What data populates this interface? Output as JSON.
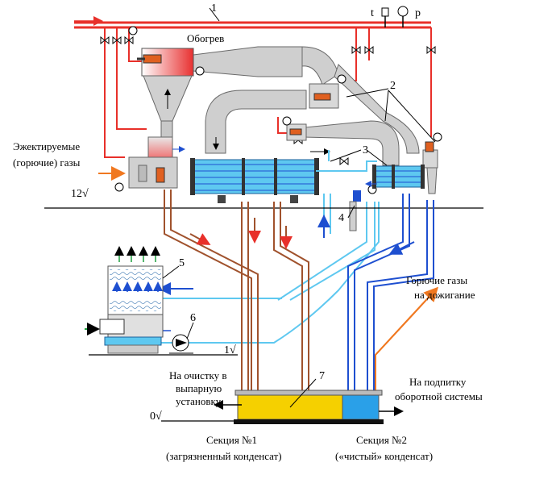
{
  "labels": {
    "line1": "1",
    "t": "t",
    "p": "p",
    "obogrev": "Обогрев",
    "num2": "2",
    "num3": "3",
    "num4": "4",
    "num5": "5",
    "num6": "6",
    "num7": "7",
    "ejected_1": "Эжектируемые",
    "ejected_2": "(горючие) газы",
    "level_12": "12√",
    "level_1": "1√",
    "level_0": "0√",
    "burn_1": "Горючие газы",
    "burn_2": "на дожигание",
    "evap_1": "На очистку в",
    "evap_2": "выпарную",
    "evap_3": "установку",
    "feed_1": "На подпитку",
    "feed_2": "оборотной системы",
    "sec1_1": "Секция №1",
    "sec1_2": "(загрязненный конденсат)",
    "sec2_1": "Секция №2",
    "sec2_2": "(«чистый» конденсат)"
  },
  "colors": {
    "steam": "#e8302a",
    "duct": "#c8c8c8",
    "condensate_dirty": "#a0522d",
    "water_cold": "#1e4fd0",
    "water_light": "#5ec8f0",
    "burn_gas": "#f07820",
    "tank_dirty": "#f5d000",
    "tank_clean": "#2aa0e8"
  }
}
